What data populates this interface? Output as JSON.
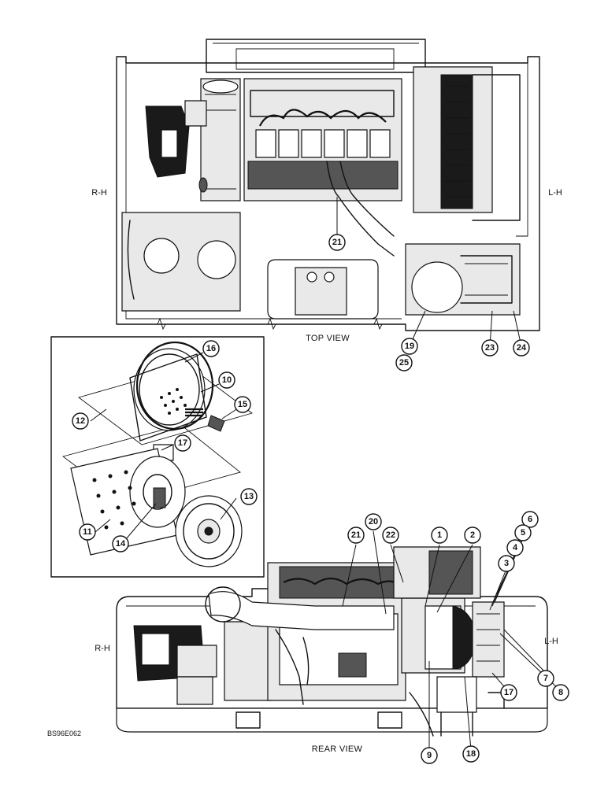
{
  "labels": {
    "top_view": "TOP VIEW",
    "rear_view": "REAR VIEW",
    "rh_top": "R-H",
    "lh_top": "L-H",
    "rh_rear": "R-H",
    "lh_rear": "L-H",
    "ref_code": "BS96E062"
  },
  "callouts": [
    {
      "num": "21",
      "view": "top"
    },
    {
      "num": "19",
      "view": "top"
    },
    {
      "num": "25",
      "view": "top"
    },
    {
      "num": "23",
      "view": "top"
    },
    {
      "num": "24",
      "view": "top"
    },
    {
      "num": "16",
      "view": "detail"
    },
    {
      "num": "10",
      "view": "detail"
    },
    {
      "num": "15",
      "view": "detail"
    },
    {
      "num": "12",
      "view": "detail"
    },
    {
      "num": "17",
      "view": "detail"
    },
    {
      "num": "13",
      "view": "detail"
    },
    {
      "num": "11",
      "view": "detail"
    },
    {
      "num": "14",
      "view": "detail"
    },
    {
      "num": "20",
      "view": "rear"
    },
    {
      "num": "21",
      "view": "rear"
    },
    {
      "num": "22",
      "view": "rear"
    },
    {
      "num": "1",
      "view": "rear"
    },
    {
      "num": "2",
      "view": "rear"
    },
    {
      "num": "6",
      "view": "rear"
    },
    {
      "num": "5",
      "view": "rear"
    },
    {
      "num": "4",
      "view": "rear"
    },
    {
      "num": "3",
      "view": "rear"
    },
    {
      "num": "7",
      "view": "rear"
    },
    {
      "num": "8",
      "view": "rear"
    },
    {
      "num": "17",
      "view": "rear"
    },
    {
      "num": "9",
      "view": "rear"
    },
    {
      "num": "18",
      "view": "rear"
    }
  ]
}
